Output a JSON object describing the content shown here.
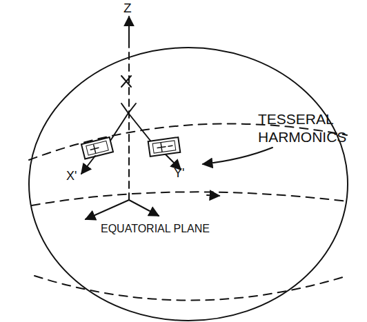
{
  "diagram": {
    "labels": [
      "Z",
      "X'",
      "Y'",
      "TESSERAL HARMONICS",
      "EQUATORIAL PLANE"
    ]
  }
}
